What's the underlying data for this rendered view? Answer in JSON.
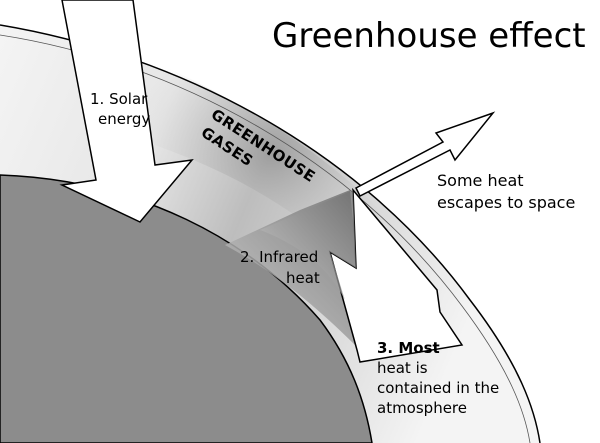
{
  "title": "Greenhouse effect",
  "labels": {
    "solar": [
      "1. Solar",
      "energy"
    ],
    "gases": [
      "GREENHOUSE",
      "GASES"
    ],
    "infrared": [
      "2. Infrared",
      "heat"
    ],
    "escape": [
      "Some heat",
      "escapes to space"
    ],
    "most_bold": "3. Most",
    "most_rest": [
      "heat is",
      "contained in the",
      "atmosphere"
    ]
  },
  "colors": {
    "earth": "#8c8c8c",
    "atmosphere_light": "#f4f4f4",
    "atmosphere_dark": "#8a8a8a",
    "arrow_fill": "#ffffff",
    "outline": "#000000"
  }
}
